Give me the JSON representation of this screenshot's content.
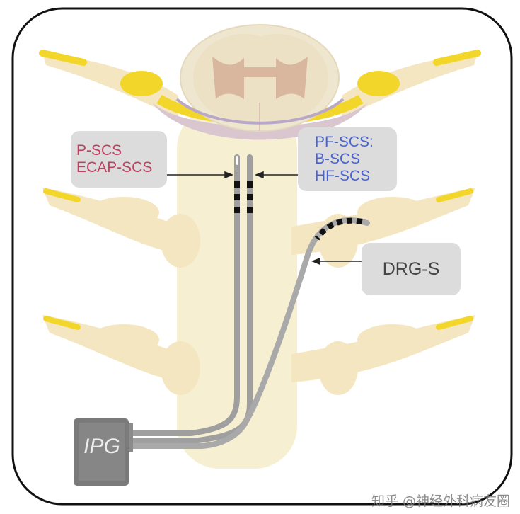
{
  "labels": {
    "left": [
      "P-SCS",
      "ECAP-SCS"
    ],
    "right": [
      "PF-SCS:",
      "B-SCS",
      "HF-SCS"
    ],
    "drg": "DRG-S",
    "ipg": "IPG"
  },
  "watermark": "知乎 @神经外科病友圈",
  "colors": {
    "nerve": "#f2d62a",
    "vertebra": "#f6ecc9",
    "frame": "#111111",
    "lead": "#a5a5a5",
    "ipg": "#7c7c7c",
    "label_red": "#c2405f",
    "label_blue": "#4762d8"
  }
}
